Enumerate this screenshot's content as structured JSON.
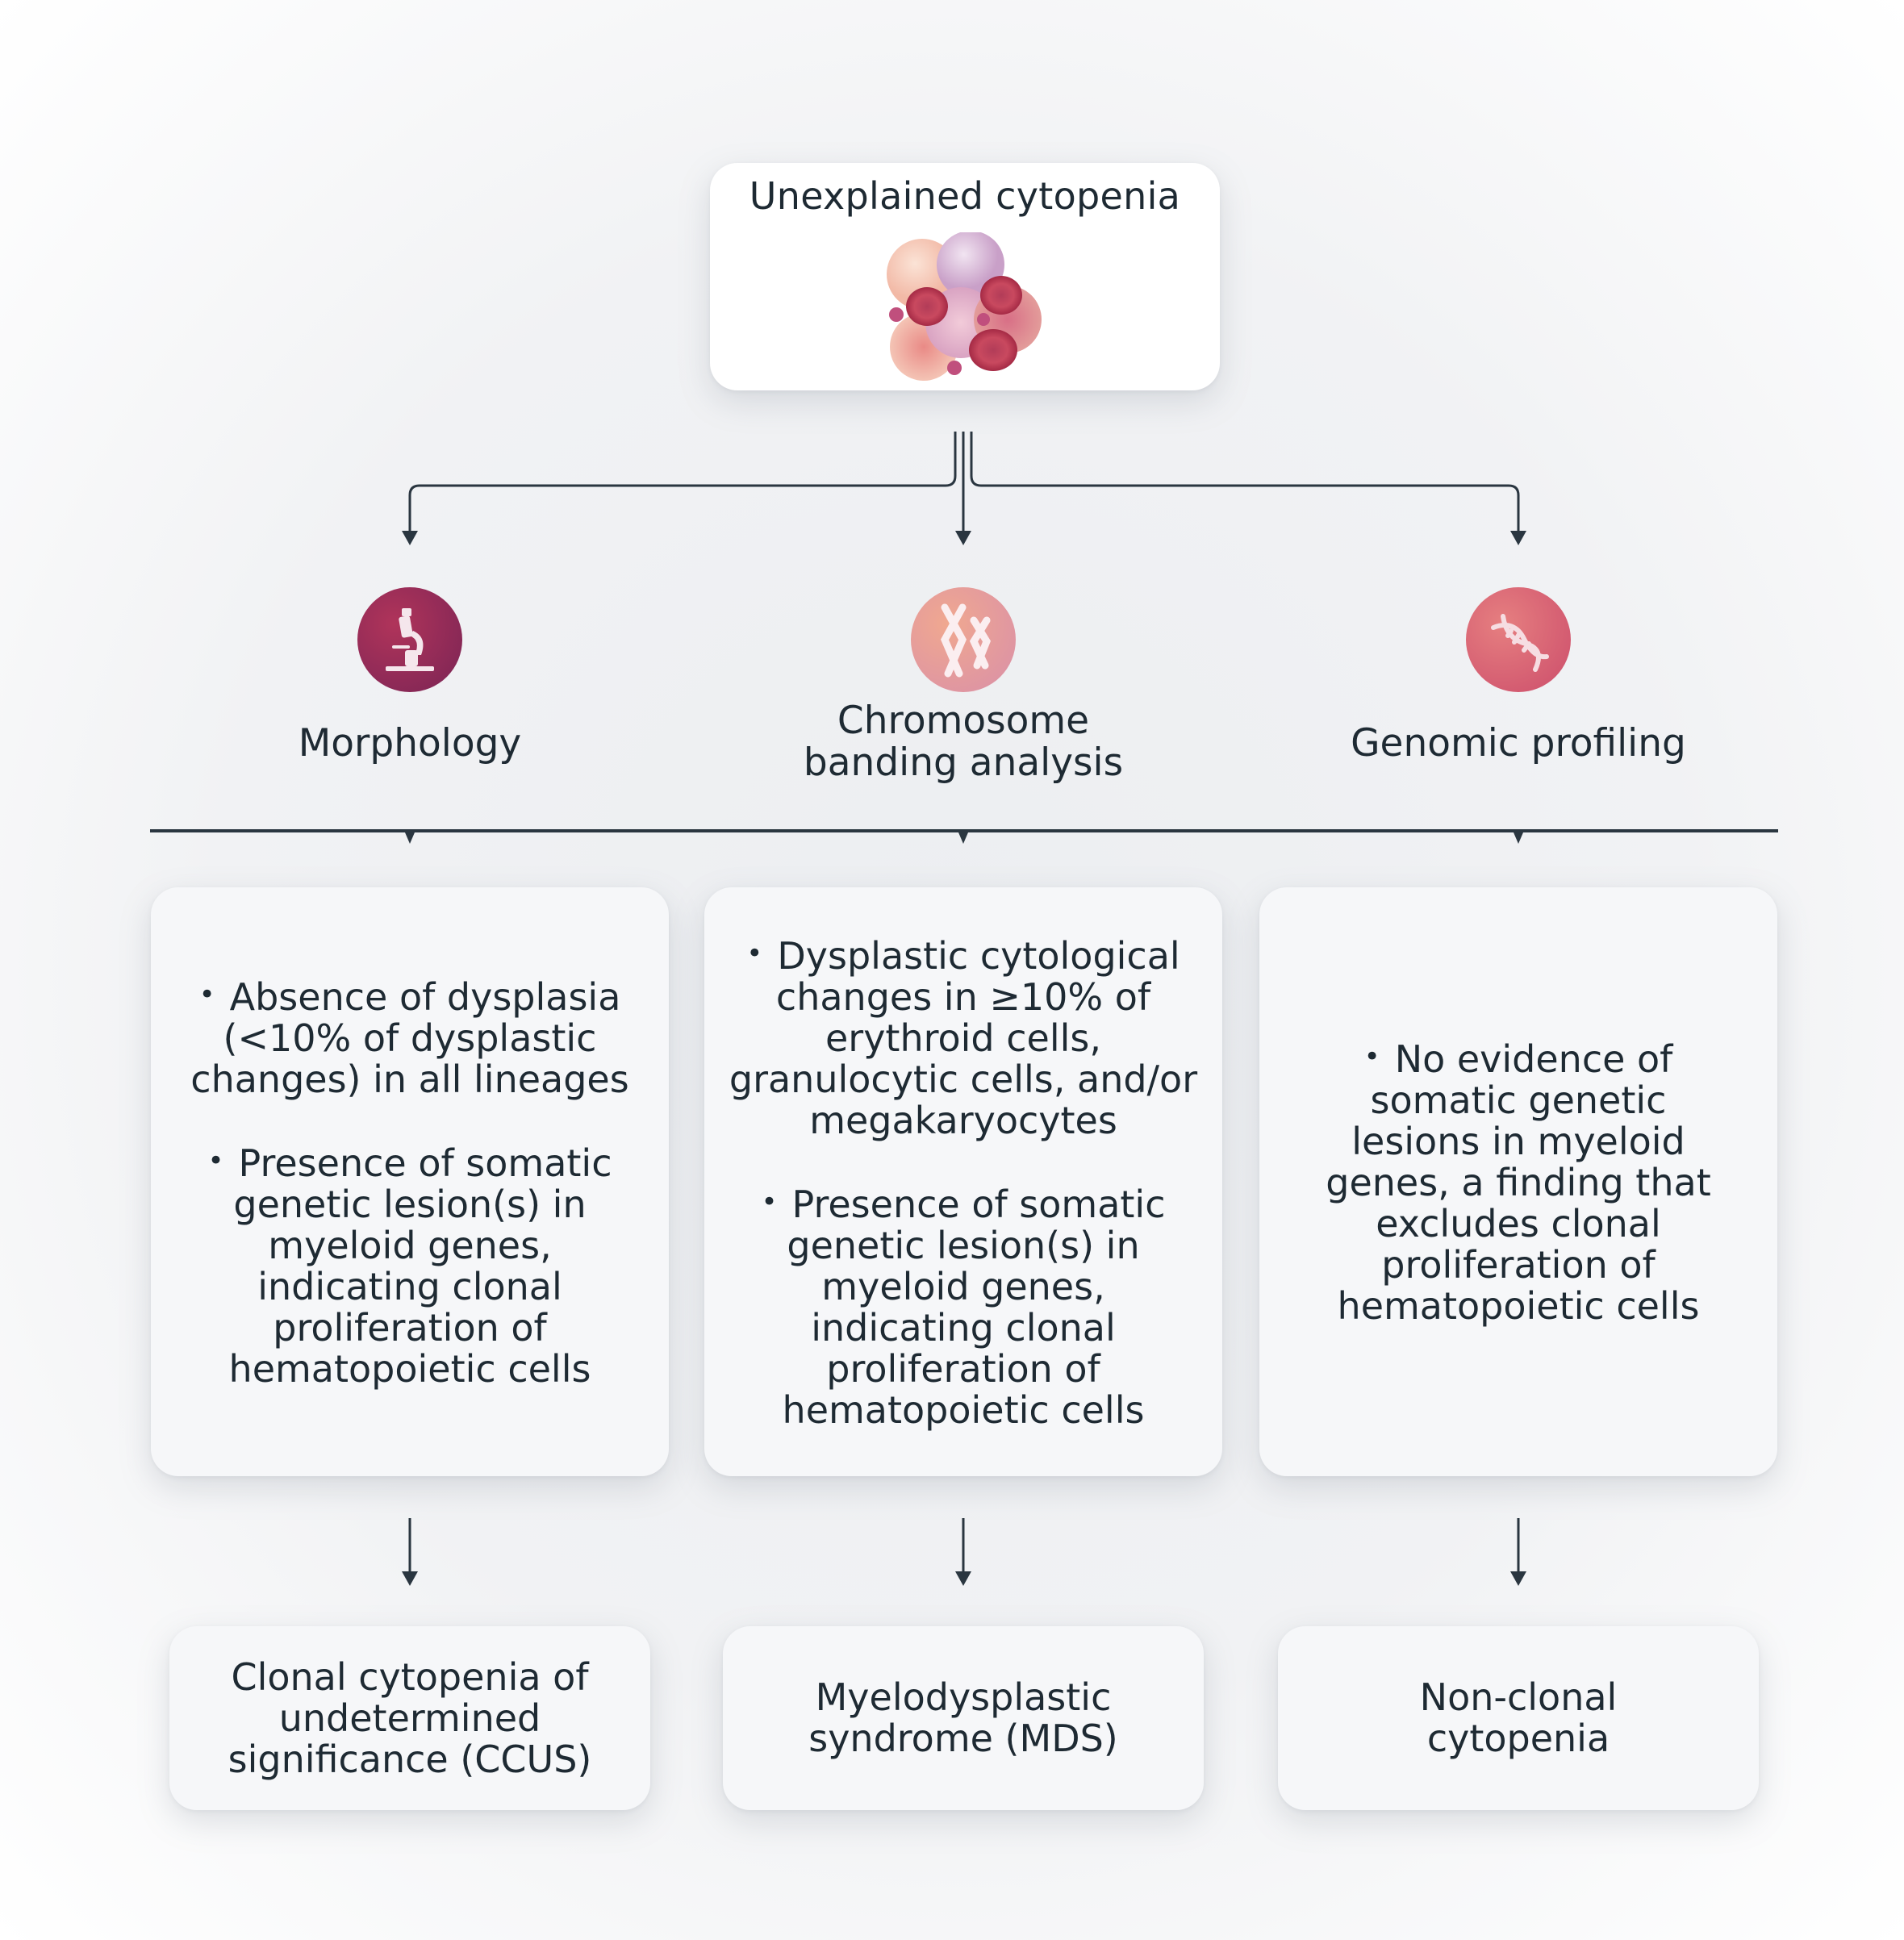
{
  "root": {
    "title": "Unexplained cytopenia",
    "image": "blood-cells-cluster"
  },
  "methods": [
    {
      "label": "Morphology",
      "icon": "microscope-icon",
      "color": "#8c2a55"
    },
    {
      "label": "Chromosome banding analysis",
      "label_lines": [
        "Chromosome",
        "banding analysis"
      ],
      "icon": "chromosome-icon",
      "color": "#e8968f"
    },
    {
      "label": "Genomic profiling",
      "icon": "dna-icon",
      "color": "#d4566b"
    }
  ],
  "criteria": [
    {
      "bullets": [
        "Absence of dysplasia (<10% of dysplastic changes) in all lineages",
        "Presence of somatic genetic lesion(s) in myeloid genes, indicating clonal proliferation of hematopoietic cells"
      ]
    },
    {
      "bullets": [
        "Dysplastic cytological changes in ≥10% of erythroid cells, granulocytic cells, and/or megakaryocytes",
        "Presence of somatic genetic lesion(s) in myeloid genes, indicating clonal proliferation of hematopoietic cells"
      ]
    },
    {
      "bullets": [
        "No evidence of somatic genetic lesions in myeloid genes, a finding that excludes clonal proliferation of hematopoietic cells"
      ]
    }
  ],
  "outcomes": [
    "Clonal cytopenia of undetermined significance (CCUS)",
    "Myelodysplastic syndrome (MDS)",
    "Non-clonal cytopenia"
  ],
  "colors": {
    "text": "#1e2a33",
    "line": "#2a3640",
    "card": "#f6f7f9"
  }
}
